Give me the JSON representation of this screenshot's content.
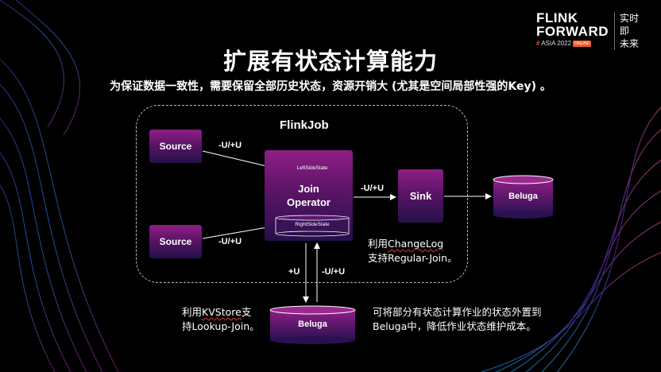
{
  "slide": {
    "title": "扩展有状态计算能力",
    "subtitle": "为保证数据一致性，需要保留全部历史状态，资源开销大 (尤其是空间局部性强的Key) 。"
  },
  "logo": {
    "line1": "FLINK",
    "line2": "FORWARD",
    "hash": "#",
    "event": " ASIA 2022",
    "badge": "ONLINE",
    "cn_line1": "实时即",
    "cn_line2": "未来"
  },
  "diagram": {
    "job_label": "FlinkJob",
    "source_top": "Source",
    "source_bottom": "Source",
    "join_line1": "Join",
    "join_line2": "Operator",
    "left_state": "LeftSideState",
    "right_state": "RightSideState",
    "sink": "Sink",
    "beluga_right": "Beluga",
    "beluga_bottom": "Beluga",
    "edge_source_top": "-U/+U",
    "edge_source_bottom": "-U/+U",
    "edge_join_sink": "-U/+U",
    "edge_down": "+U",
    "edge_up": "-U/+U"
  },
  "notes": {
    "changelog_prefix": "利用",
    "changelog_word": "ChangeLog",
    "changelog_line2": "支持Regular-Join。",
    "kv_prefix": "利用",
    "kv_word": "KVStore",
    "kv_suffix": "支",
    "kv_line2": "持Lookup-Join。",
    "beluga_line1": "可将部分有状态计算作业的状态外置到",
    "beluga_line2": "Beluga中，降低作业状态维护成本。"
  },
  "colors": {
    "node_top": "#8f1f86",
    "node_bottom": "#25104a",
    "accent_orange": "#e85d2a"
  }
}
